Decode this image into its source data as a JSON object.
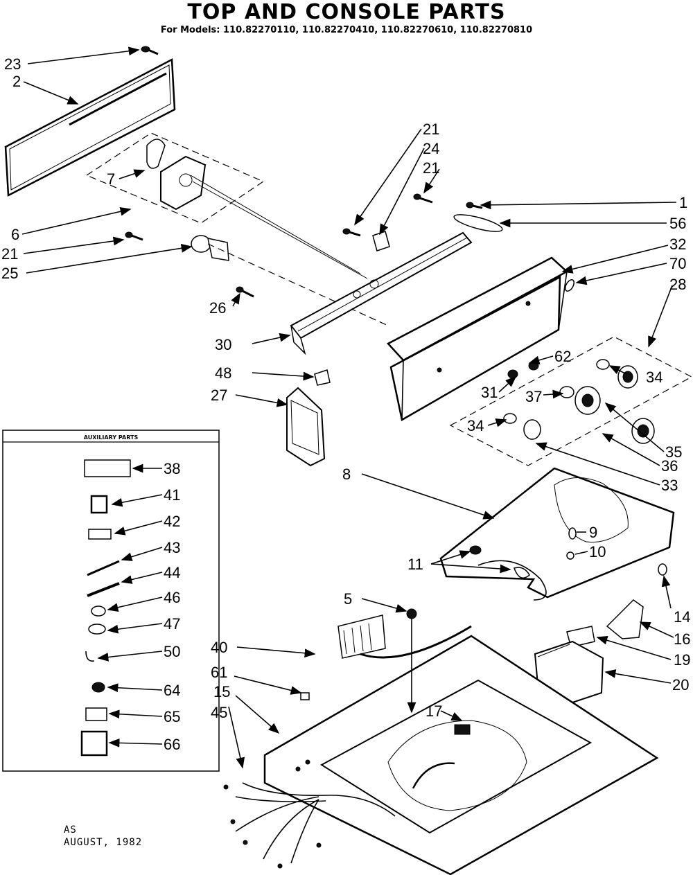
{
  "title": "TOP AND CONSOLE PARTS",
  "subtitle": "For Models: 110.82270110, 110.82270410, 110.82270610, 110.82270810",
  "auxiliary_box_title": "AUXILIARY PARTS",
  "footer": {
    "line1": "AS",
    "line2": "AUGUST, 1982"
  },
  "callouts": {
    "c23": "23",
    "c2": "2",
    "c7": "7",
    "c6": "6",
    "c21a": "21",
    "c25": "25",
    "c26": "26",
    "c30": "30",
    "c48": "48",
    "c27": "27",
    "c21b": "21",
    "c24": "24",
    "c21c": "21",
    "c1": "1",
    "c56": "56",
    "c32": "32",
    "c70": "70",
    "c28": "28",
    "c62": "62",
    "c34a": "34",
    "c31": "31",
    "c37": "37",
    "c34b": "34",
    "c35": "35",
    "c36": "36",
    "c33": "33",
    "c8": "8",
    "c9": "9",
    "c10": "10",
    "c11": "11",
    "c14": "14",
    "c16": "16",
    "c19": "19",
    "c20": "20",
    "c5": "5",
    "c40": "40",
    "c61": "61",
    "c15": "15",
    "c45": "45",
    "c17": "17",
    "c38": "38",
    "c41": "41",
    "c42": "42",
    "c43": "43",
    "c44": "44",
    "c46": "46",
    "c47": "47",
    "c50": "50",
    "c64": "64",
    "c65": "65",
    "c66": "66"
  }
}
